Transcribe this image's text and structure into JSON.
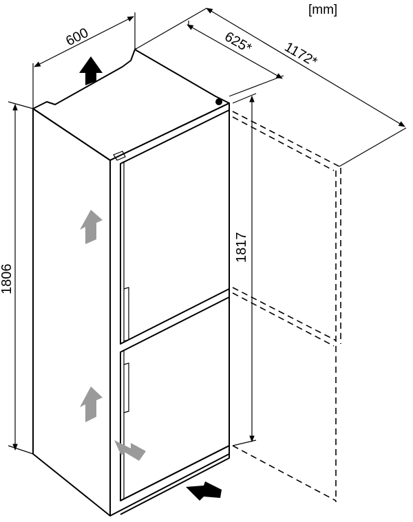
{
  "unit_label": "[mm]",
  "dimensions": {
    "width": "600",
    "depth": "625*",
    "depth_door_open": "1172*",
    "height_cabinet": "1806",
    "height_niche": "1817"
  },
  "colors": {
    "line": "#000000",
    "airflow_arrow": "#9a9a9a",
    "push_arrow": "#000000"
  },
  "icons": [
    "airflow-arrow-icon",
    "push-direction-arrow-icon"
  ]
}
